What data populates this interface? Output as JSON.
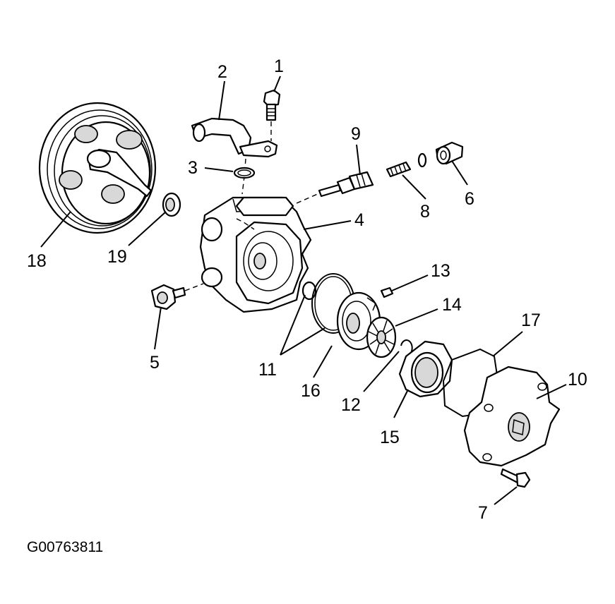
{
  "figure_code": "G00763811",
  "callouts": [
    {
      "id": "1",
      "text": "1"
    },
    {
      "id": "2",
      "text": "2"
    },
    {
      "id": "3",
      "text": "3"
    },
    {
      "id": "4",
      "text": "4"
    },
    {
      "id": "5",
      "text": "5"
    },
    {
      "id": "6",
      "text": "6"
    },
    {
      "id": "7",
      "text": "7"
    },
    {
      "id": "8",
      "text": "8"
    },
    {
      "id": "9",
      "text": "9"
    },
    {
      "id": "10",
      "text": "10"
    },
    {
      "id": "11",
      "text": "11"
    },
    {
      "id": "12",
      "text": "12"
    },
    {
      "id": "13",
      "text": "13"
    },
    {
      "id": "14",
      "text": "14"
    },
    {
      "id": "15",
      "text": "15"
    },
    {
      "id": "16",
      "text": "16"
    },
    {
      "id": "17",
      "text": "17"
    },
    {
      "id": "18",
      "text": "18"
    },
    {
      "id": "19",
      "text": "19"
    }
  ]
}
